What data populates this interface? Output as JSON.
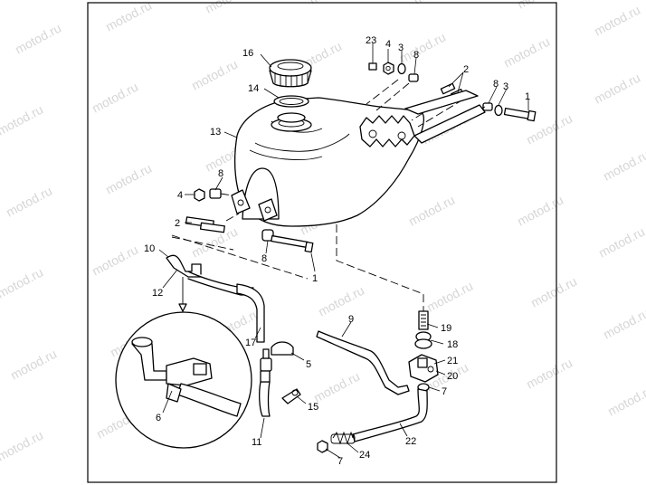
{
  "watermark": "motod.ru",
  "colors": {
    "line": "#000000",
    "background": "#ffffff",
    "watermark": "#c9c9c9"
  },
  "callouts": [
    {
      "id": "c23",
      "label": "23"
    },
    {
      "id": "c4a",
      "label": "4"
    },
    {
      "id": "c3a",
      "label": "3"
    },
    {
      "id": "c8a",
      "label": "8"
    },
    {
      "id": "c16",
      "label": "16"
    },
    {
      "id": "c2a",
      "label": "2"
    },
    {
      "id": "c8b",
      "label": "8"
    },
    {
      "id": "c3b",
      "label": "3"
    },
    {
      "id": "c1a",
      "label": "1"
    },
    {
      "id": "c14",
      "label": "14"
    },
    {
      "id": "c13",
      "label": "13"
    },
    {
      "id": "c8c",
      "label": "8"
    },
    {
      "id": "c4b",
      "label": "4"
    },
    {
      "id": "c2b",
      "label": "2"
    },
    {
      "id": "c10",
      "label": "10"
    },
    {
      "id": "c8d",
      "label": "8"
    },
    {
      "id": "c1b",
      "label": "1"
    },
    {
      "id": "c12",
      "label": "12"
    },
    {
      "id": "c9",
      "label": "9"
    },
    {
      "id": "c19",
      "label": "19"
    },
    {
      "id": "c18",
      "label": "18"
    },
    {
      "id": "c17",
      "label": "17"
    },
    {
      "id": "c21",
      "label": "21"
    },
    {
      "id": "c5",
      "label": "5"
    },
    {
      "id": "c20",
      "label": "20"
    },
    {
      "id": "c7a",
      "label": "7"
    },
    {
      "id": "c6",
      "label": "6"
    },
    {
      "id": "c15",
      "label": "15"
    },
    {
      "id": "c22",
      "label": "22"
    },
    {
      "id": "c11",
      "label": "11"
    },
    {
      "id": "c24",
      "label": "24"
    },
    {
      "id": "c7b",
      "label": "7"
    }
  ]
}
